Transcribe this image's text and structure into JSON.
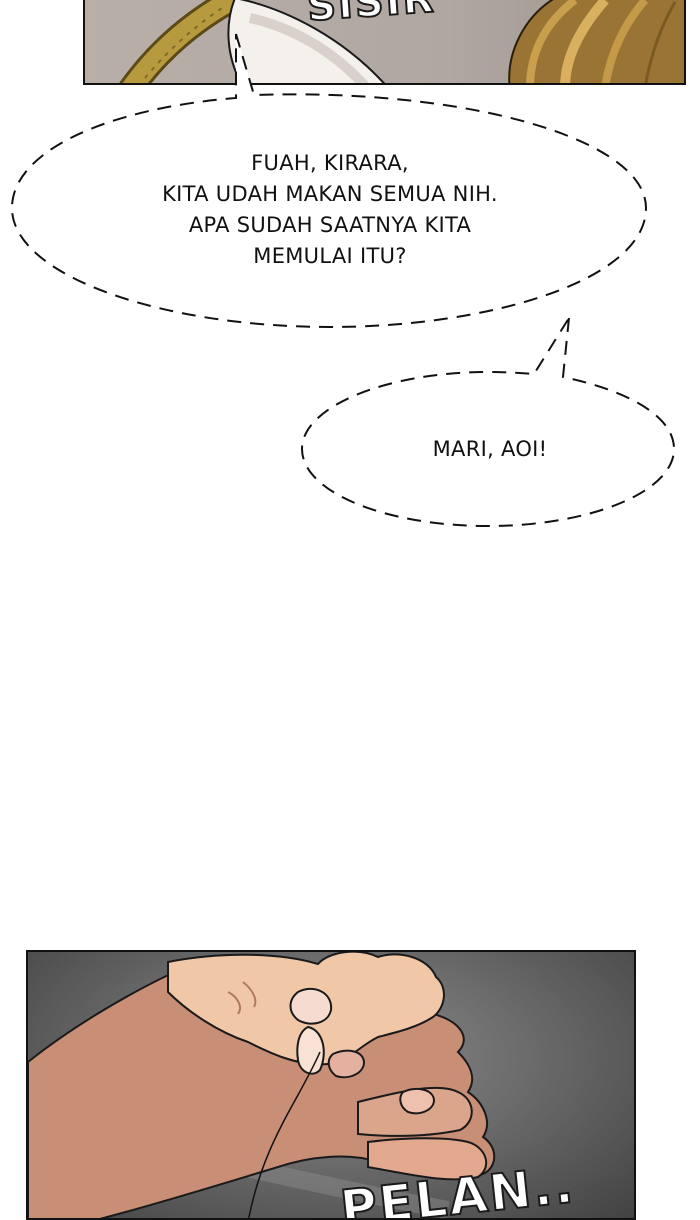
{
  "top_panel": {
    "sfx_text": "SISIR"
  },
  "bubble_1": {
    "lines": [
      "FUAH, KIRARA,",
      "KITA UDAH MAKAN SEMUA NIH.",
      "APA SUDAH SAATNYA KITA",
      "MEMULAI ITU?"
    ]
  },
  "bubble_2": {
    "text": "MARI, AOI!"
  },
  "bottom_panel": {
    "sfx_text": "PELAN.."
  }
}
